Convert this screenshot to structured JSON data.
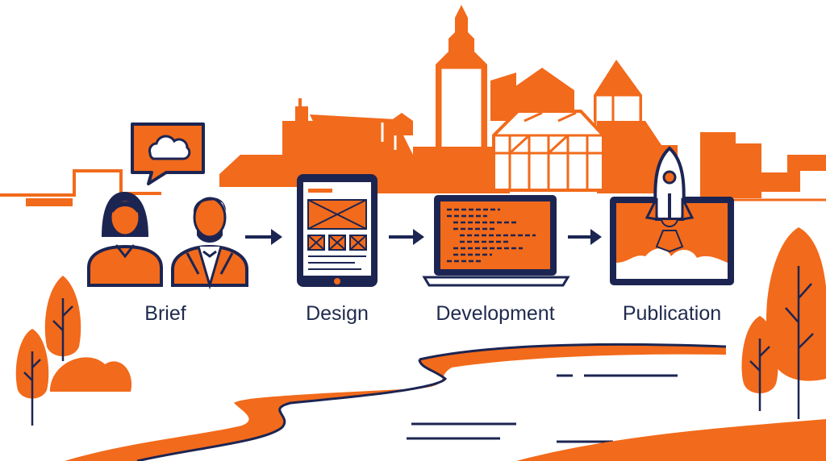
{
  "steps": [
    {
      "label": "Brief",
      "icon": "people-with-thought-bubble-icon"
    },
    {
      "label": "Design",
      "icon": "tablet-wireframe-icon"
    },
    {
      "label": "Development",
      "icon": "laptop-code-icon"
    },
    {
      "label": "Publication",
      "icon": "rocket-launch-icon"
    }
  ],
  "colors": {
    "accent": "#f26a1b",
    "navy": "#1c2552",
    "background": "#ffffff",
    "text": "#1f2a4d"
  }
}
